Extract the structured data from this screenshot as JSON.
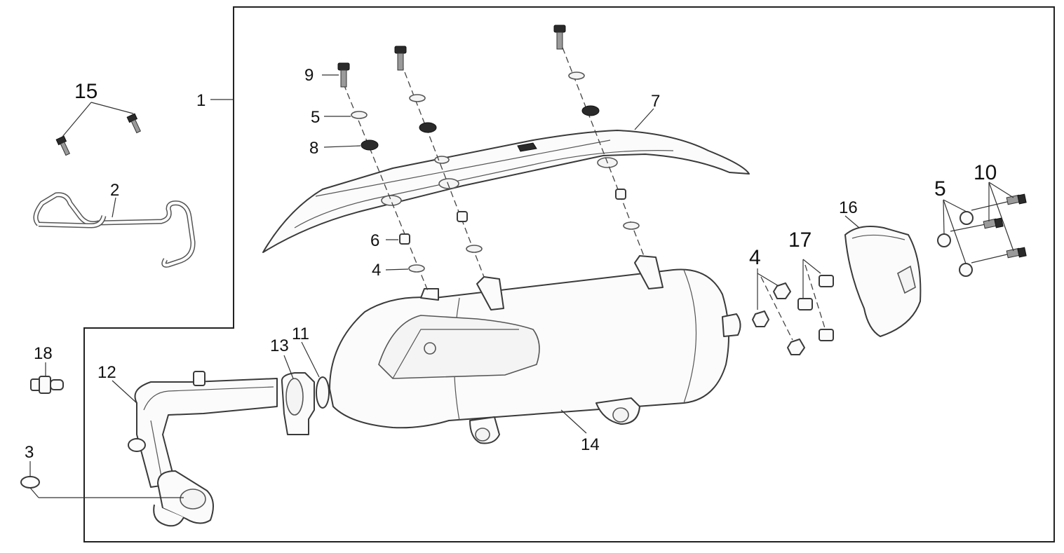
{
  "callouts": {
    "c1": "1",
    "c2": "2",
    "c3": "3",
    "c4a": "4",
    "c4b": "4",
    "c5a": "5",
    "c5b": "5",
    "c6": "6",
    "c7": "7",
    "c8": "8",
    "c9": "9",
    "c10": "10",
    "c11": "11",
    "c12": "12",
    "c13": "13",
    "c14": "14",
    "c15": "15",
    "c16": "16",
    "c17": "17",
    "c18": "18"
  }
}
